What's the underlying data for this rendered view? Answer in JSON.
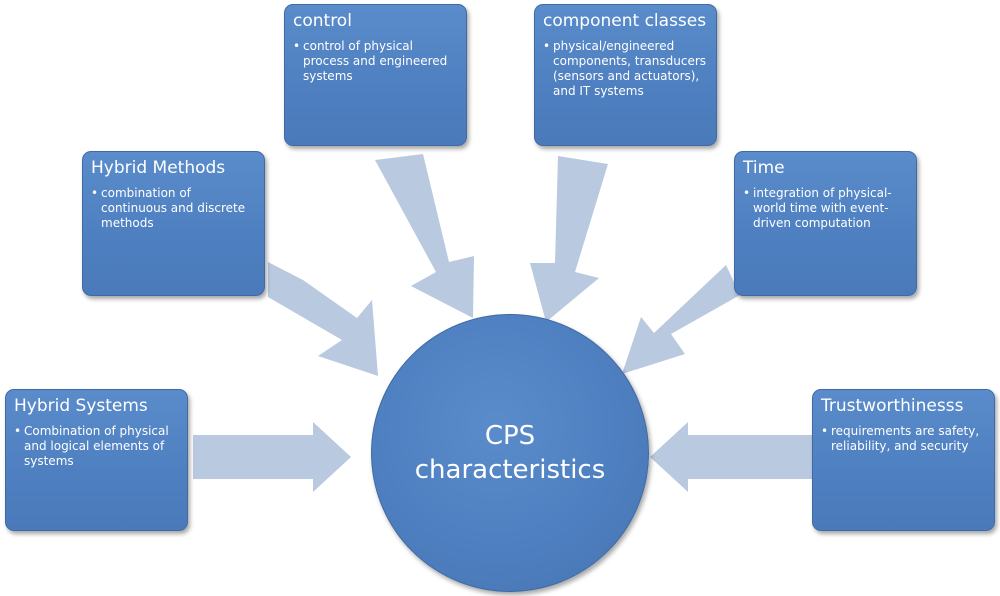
{
  "center": {
    "line1": "CPS",
    "line2": "characteristics"
  },
  "boxes": {
    "control": {
      "title": "control",
      "bullet": "control of physical process and engineered systems"
    },
    "component": {
      "title": "component classes",
      "bullet": "physical/engineered components, transducers (sensors and actuators), and IT systems"
    },
    "hybrid_methods": {
      "title": "Hybrid Methods",
      "bullet": "combination of continuous and discrete methods"
    },
    "time": {
      "title": "Time",
      "bullet": "integration of physical-world time with event-driven computation"
    },
    "hybrid_systems": {
      "title": "Hybrid Systems",
      "bullet": "Combination of physical and logical elements of systems"
    },
    "trust": {
      "title": "Trustworthinesss",
      "bullet": "requirements are safety, reliability, and security"
    }
  },
  "colors": {
    "box_fill": "#4f81bd",
    "arrow_fill": "#b7c8e0",
    "text": "#ffffff"
  }
}
